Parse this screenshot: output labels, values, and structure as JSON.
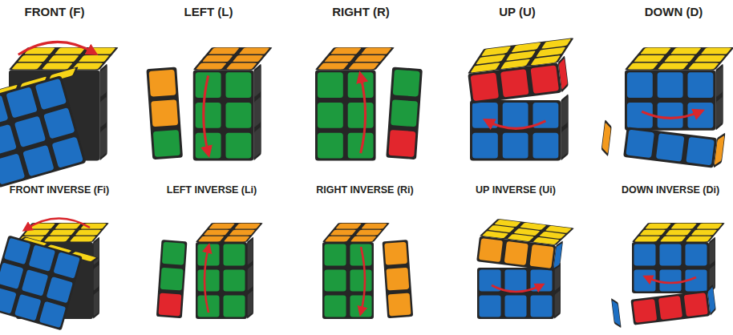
{
  "diagram": {
    "labels": [
      "FRONT (F)",
      "LEFT (L)",
      "RIGHT (R)",
      "UP (U)",
      "DOWN (D)",
      "FRONT INVERSE (Fi)",
      "LEFT INVERSE (Li)",
      "RIGHT INVERSE (Ri)",
      "UP INVERSE (Ui)",
      "DOWN INVERSE (Di)"
    ]
  }
}
